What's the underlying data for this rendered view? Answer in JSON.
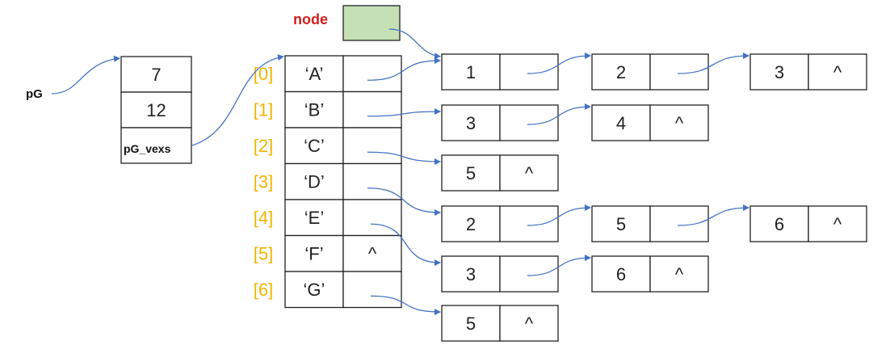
{
  "node_label": "node",
  "pg_label": "pG",
  "pg_struct": {
    "vexnum": "7",
    "arcnum": "12",
    "vexs_field": "pG_vexs"
  },
  "vertices": [
    {
      "index": "[0]",
      "data": "‘A’",
      "first": ""
    },
    {
      "index": "[1]",
      "data": "‘B’",
      "first": ""
    },
    {
      "index": "[2]",
      "data": "‘C’",
      "first": ""
    },
    {
      "index": "[3]",
      "data": "‘D’",
      "first": ""
    },
    {
      "index": "[4]",
      "data": "‘E’",
      "first": ""
    },
    {
      "index": "[5]",
      "data": "‘F’",
      "first": "^"
    },
    {
      "index": "[6]",
      "data": "‘G’",
      "first": ""
    }
  ],
  "adjacency_lists": [
    [
      {
        "adj": "1",
        "next": ""
      },
      {
        "adj": "2",
        "next": ""
      },
      {
        "adj": "3",
        "next": "^"
      }
    ],
    [
      {
        "adj": "3",
        "next": ""
      },
      {
        "adj": "4",
        "next": "^"
      }
    ],
    [
      {
        "adj": "5",
        "next": "^"
      }
    ],
    [
      {
        "adj": "2",
        "next": ""
      },
      {
        "adj": "5",
        "next": ""
      },
      {
        "adj": "6",
        "next": "^"
      }
    ],
    [
      {
        "adj": "3",
        "next": ""
      },
      {
        "adj": "6",
        "next": "^"
      }
    ],
    [],
    [
      {
        "adj": "5",
        "next": "^"
      }
    ]
  ],
  "colors": {
    "node_label": "#d11f1f",
    "node_fill": "#c5e0b4",
    "index": "#f0b400",
    "arrow": "#4472c4"
  }
}
